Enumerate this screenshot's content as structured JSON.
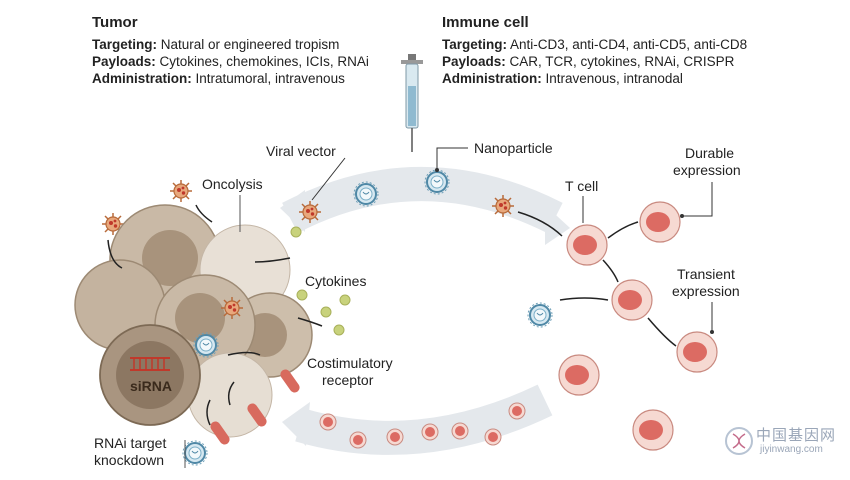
{
  "tumor": {
    "title": "Tumor",
    "targeting_label": "Targeting:",
    "targeting_value": " Natural or engineered tropism",
    "payloads_label": "Payloads:",
    "payloads_value": " Cytokines, chemokines, ICIs, RNAi",
    "administration_label": "Administration:",
    "administration_value": " Intratumoral, intravenous"
  },
  "immune": {
    "title": "Immune cell",
    "targeting_label": "Targeting:",
    "targeting_value": " Anti-CD3, anti-CD4, anti-CD5, anti-CD8",
    "payloads_label": "Payloads:",
    "payloads_value": " CAR, TCR, cytokines, RNAi, CRISPR",
    "administration_label": "Administration:",
    "administration_value": " Intravenous, intranodal"
  },
  "labels": {
    "viral_vector": "Viral vector",
    "nanoparticle": "Nanoparticle",
    "oncolysis": "Oncolysis",
    "cytokines": "Cytokines",
    "t_cell": "T cell",
    "durable_1": "Durable",
    "durable_2": "expression",
    "transient_1": "Transient",
    "transient_2": "expression",
    "costim_1": "Costimulatory",
    "costim_2": "receptor",
    "sirna": "siRNA",
    "rnai_1": "RNAi target",
    "rnai_2": "knockdown"
  },
  "watermark": {
    "cn": "中国基因网",
    "en": "jiyinwang.com"
  },
  "colors": {
    "arrow_band": "#e4e8ec",
    "tumor_cell": "#c9b9a6",
    "tumor_nucleus": "#a8937c",
    "tcell_body": "#f4cfc8",
    "tcell_nucleus": "#d9605a",
    "virus": "#d4824e",
    "nanoparticle": "#8ab6d0",
    "cytokine": "#c8d27c",
    "syringe": "#bfd6e0"
  }
}
